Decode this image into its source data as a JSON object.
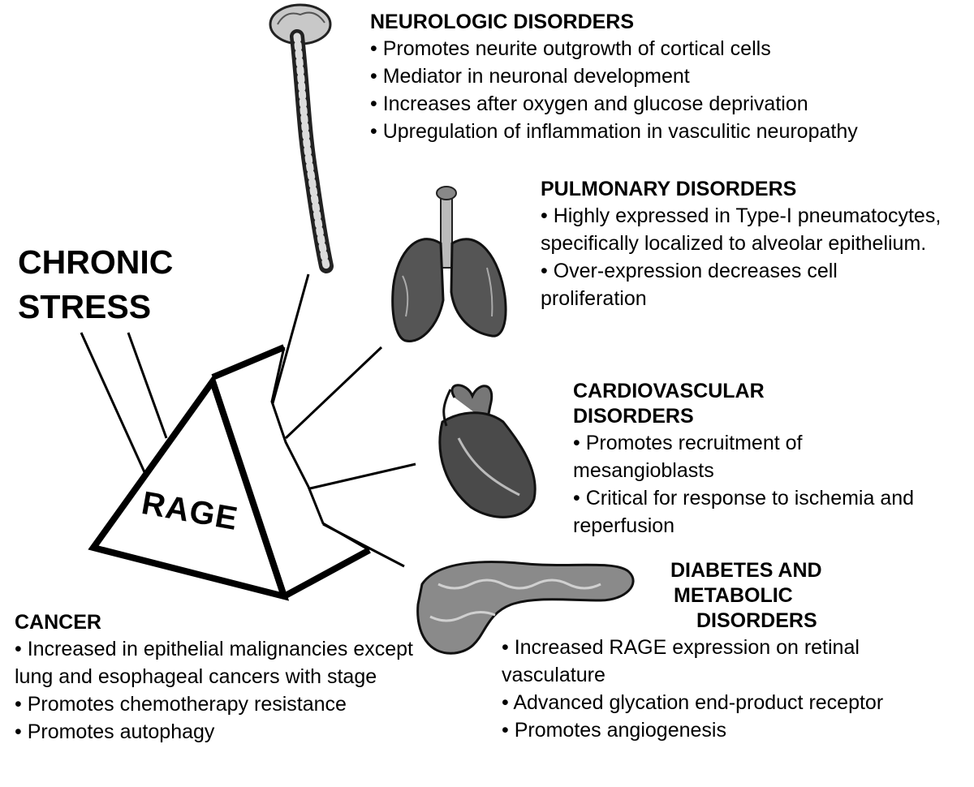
{
  "center": {
    "stress_lines": [
      "CHRONIC",
      "STRESS"
    ],
    "rage_label": "RAGE"
  },
  "sections": {
    "neuro": {
      "icon": "spinal-cord-brain-icon",
      "title_lines": [
        "NEUROLOGIC DISORDERS"
      ],
      "items": [
        "• Promotes neurite outgrowth of cortical cells",
        "• Mediator in neuronal development",
        "• Increases after oxygen and glucose deprivation",
        "• Upregulation of inflammation in vasculitic neuropathy"
      ]
    },
    "pulm": {
      "icon": "lungs-icon",
      "title_lines": [
        "PULMONARY DISORDERS"
      ],
      "items": [
        "• Highly expressed in Type-I pneumatocytes, specifically localized to alveolar epithelium.",
        "• Over-expression decreases cell proliferation"
      ]
    },
    "cardio": {
      "icon": "heart-icon",
      "title_lines": [
        "CARDIOVASCULAR",
        "DISORDERS"
      ],
      "items": [
        "• Promotes recruitment  of mesangioblasts",
        "• Critical for response to ischemia and reperfusion"
      ]
    },
    "diabetes": {
      "icon": "pancreas-icon",
      "title_lines": [
        "DIABETES AND",
        "METABOLIC",
        "DISORDERS"
      ],
      "items": [
        "• Increased RAGE expression on retinal vasculature",
        "• Advanced glycation end-product receptor",
        "• Promotes angiogenesis"
      ]
    },
    "cancer": {
      "title_lines": [
        "CANCER"
      ],
      "items": [
        "• Increased in epithelial malignancies except lung and esophageal cancers with stage",
        "• Promotes chemotherapy resistance",
        "• Promotes autophagy"
      ]
    }
  }
}
